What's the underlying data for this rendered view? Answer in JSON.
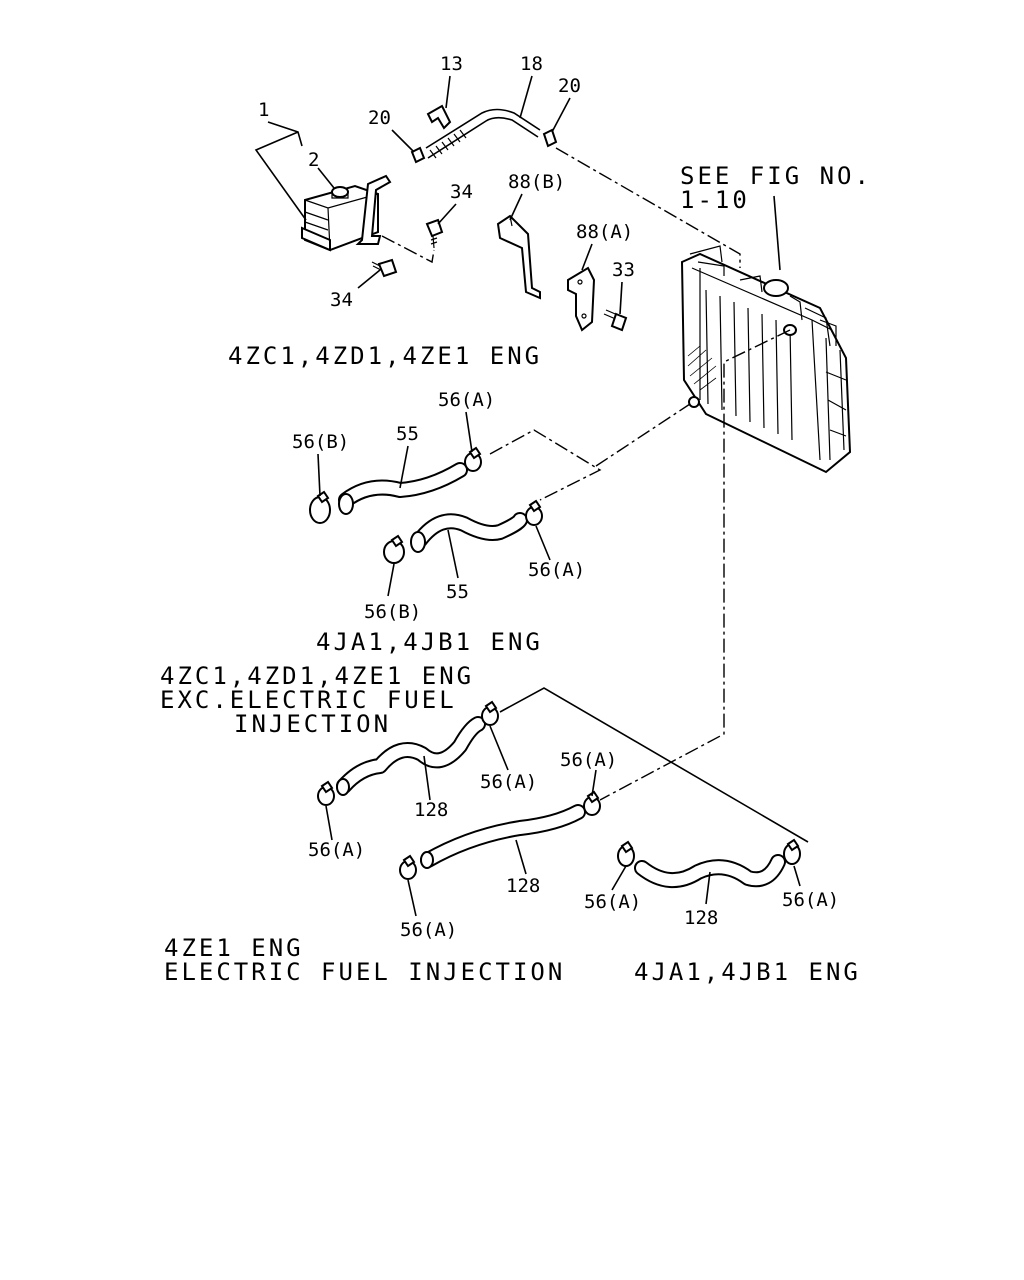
{
  "reference": {
    "line1": "SEE FIG NO.",
    "line2": "1-10"
  },
  "captions": {
    "top_group": "4ZC1,4ZD1,4ZE1 ENG",
    "middle_group": "4JA1,4JB1 ENG",
    "exc_line1": "4ZC1,4ZD1,4ZE1 ENG",
    "exc_line2": "EXC.ELECTRIC FUEL",
    "exc_line3": "INJECTION",
    "efi_line1": "4ZE1 ENG",
    "efi_line2": "ELECTRIC FUEL INJECTION",
    "bottom_right": "4JA1,4JB1 ENG"
  },
  "callouts": {
    "p1": "1",
    "p2": "2",
    "p13": "13",
    "p18": "18",
    "p20_left": "20",
    "p20_right": "20",
    "p34_upper": "34",
    "p34_lower": "34",
    "p88b": "88(B)",
    "p88a": "88(A)",
    "p33": "33",
    "p56a_1": "56(A)",
    "p56b_1": "56(B)",
    "p55_1": "55",
    "p56a_2": "56(A)",
    "p56b_2": "56(B)",
    "p55_2": "55",
    "p56a_3": "56(A)",
    "p56a_4": "56(A)",
    "p128_1": "128",
    "p56a_5": "56(A)",
    "p56a_6": "56(A)",
    "p128_2": "128",
    "p56a_7": "56(A)",
    "p56a_8": "56(A)",
    "p128_3": "128"
  }
}
